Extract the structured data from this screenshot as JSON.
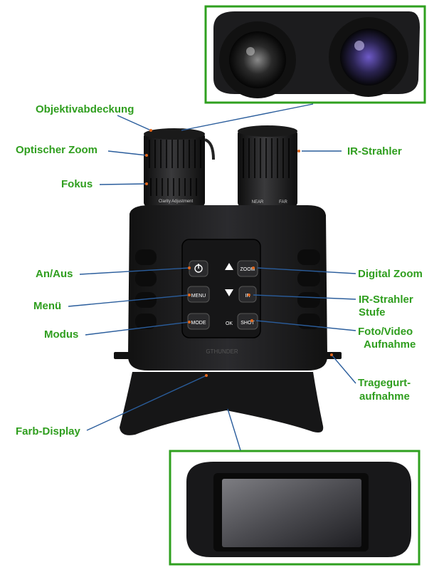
{
  "labels": {
    "objektivabdeckung": "Objektivabdeckung",
    "optischer_zoom": "Optischer Zoom",
    "fokus": "Fokus",
    "an_aus": "An/Aus",
    "menu": "Menü",
    "modus": "Modus",
    "farb_display": "Farb-Display",
    "ir_strahler": "IR-Strahler",
    "digital_zoom": "Digital Zoom",
    "ir_strahler_stufe_1": "IR-Strahler",
    "ir_strahler_stufe_2": "Stufe",
    "foto_video_1": "Foto/Video",
    "foto_video_2": "Aufnahme",
    "tragegurt_1": "Tragegurt-",
    "tragegurt_2": "aufnahme"
  },
  "device_text": {
    "clarity": "Clarity Adjustment",
    "near": "NEAR",
    "far": "FAR",
    "brand": "GTHUNDER",
    "btn_menu": "MENU",
    "btn_mode": "MODE",
    "btn_zoom": "ZOOM",
    "btn_ir": "IR",
    "btn_shot": "SHOT",
    "ok": "OK"
  },
  "colors": {
    "label_green": "#2f9e1e",
    "frame_green": "#2fa01f",
    "line_blue": "#2a5d9c",
    "body_black": "#1b1b1d",
    "accent_orange": "#e0661c"
  }
}
